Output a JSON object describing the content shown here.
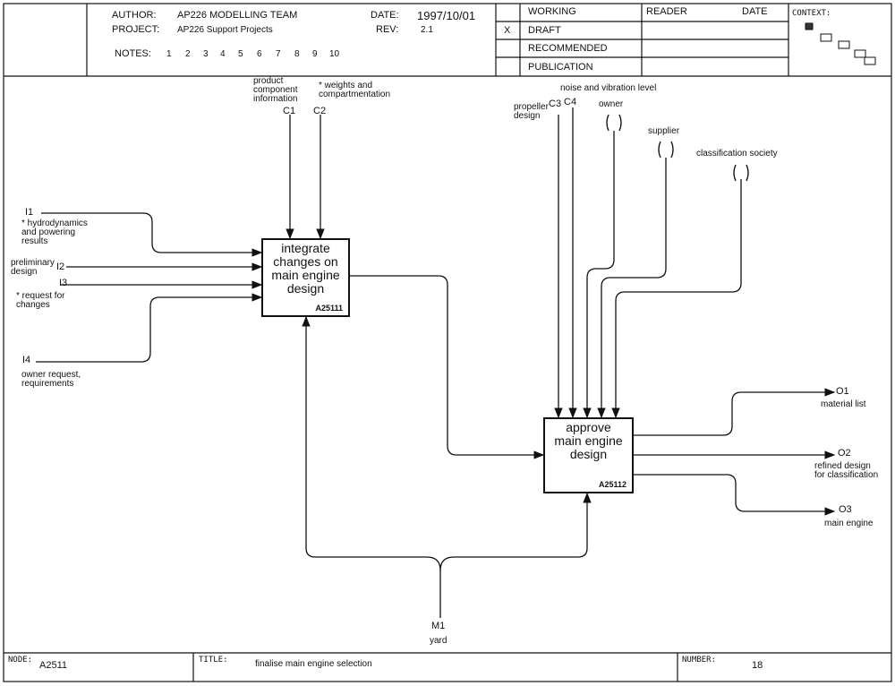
{
  "header": {
    "author_label": "AUTHOR:",
    "author": "AP226  MODELLING TEAM",
    "project_label": "PROJECT:",
    "project": "AP226 Support Projects",
    "date_label": "DATE:",
    "date": "1997/10/01",
    "rev_label": "REV:",
    "rev": "2.1",
    "notes_label": "NOTES:",
    "notes": [
      "1",
      "2",
      "3",
      "4",
      "5",
      "6",
      "7",
      "8",
      "9",
      "10"
    ],
    "status": [
      "WORKING",
      "DRAFT",
      "RECOMMENDED",
      "PUBLICATION"
    ],
    "status_mark": "X",
    "reader_label": "READER",
    "reader_date_label": "DATE",
    "context_label": "CONTEXT:"
  },
  "diagram": {
    "box1": {
      "title": "integrate\nchanges on\nmain engine\ndesign",
      "number": "A25111"
    },
    "box2": {
      "title": "approve\nmain engine\ndesign",
      "number": "A25112"
    },
    "controls": {
      "c1_code": "C1",
      "c1_text": "product\ncomponent\ninformation",
      "c2_code": "C2",
      "c2_text": "* weights and\ncompartmentation",
      "c3_code": "C3",
      "c3_text": "propeller\ndesign",
      "c4_code": "C4",
      "c4_text": "noise and vibration level",
      "owner": "owner",
      "supplier": "supplier",
      "class_society": "classification society"
    },
    "inputs": {
      "i1_code": "I1",
      "i1_text": "* hydrodynamics\nand powering\nresults",
      "i2_code": "I2",
      "i2_text": "preliminary\ndesign",
      "i3_code": "I3",
      "i3_text": "* request for\nchanges",
      "i4_code": "I4",
      "i4_text": "owner request,\nrequirements"
    },
    "outputs": {
      "o1_code": "O1",
      "o1_text": "material list",
      "o2_code": "O2",
      "o2_text": "refined design\nfor classification",
      "o3_code": "O3",
      "o3_text": "main engine"
    },
    "mechanism": {
      "m1_code": "M1",
      "m1_text": "yard"
    }
  },
  "footer": {
    "node_label": "NODE:",
    "node": "A2511",
    "title_label": "TITLE:",
    "title": "finalise main engine selection",
    "number_label": "NUMBER:",
    "number": "18"
  }
}
